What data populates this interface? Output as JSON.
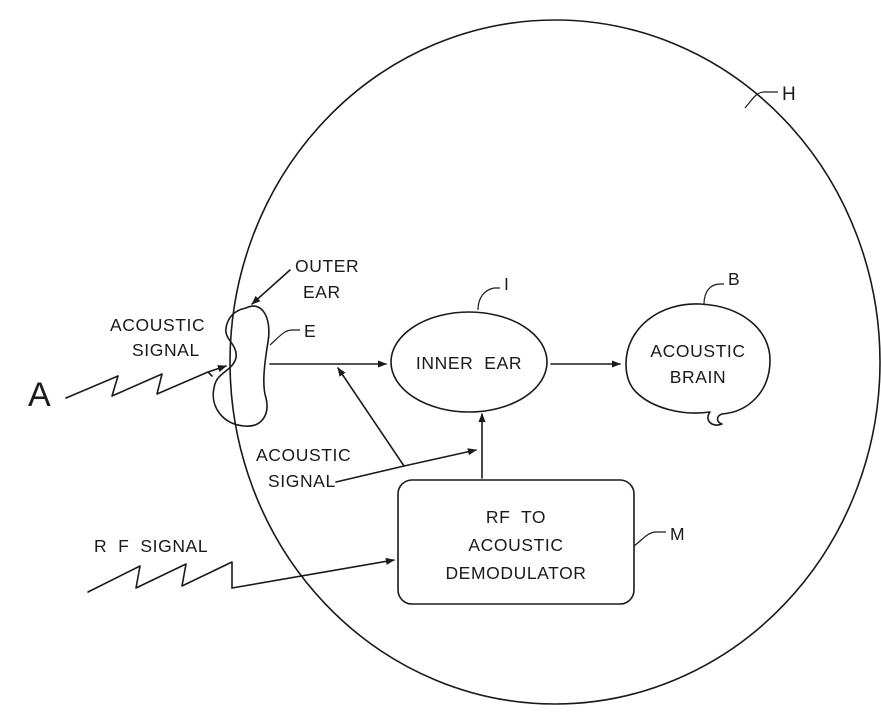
{
  "labels": {
    "H": "H",
    "A": "A",
    "outer_ear_line1": "OUTER",
    "outer_ear_line2": "EAR",
    "E": "E",
    "acoustic_signal_in_line1": "ACOUSTIC",
    "acoustic_signal_in_line2": "SIGNAL",
    "I": "I",
    "inner_ear": "INNER  EAR",
    "B": "B",
    "brain_line1": "ACOUSTIC",
    "brain_line2": "BRAIN",
    "acoustic_signal_mid_line1": "ACOUSTIC",
    "acoustic_signal_mid_line2": "SIGNAL",
    "rf_signal": "R  F  SIGNAL",
    "demod_line1": "RF  TO",
    "demod_line2": "ACOUSTIC",
    "demod_line3": "DEMODULATOR",
    "M": "M"
  }
}
